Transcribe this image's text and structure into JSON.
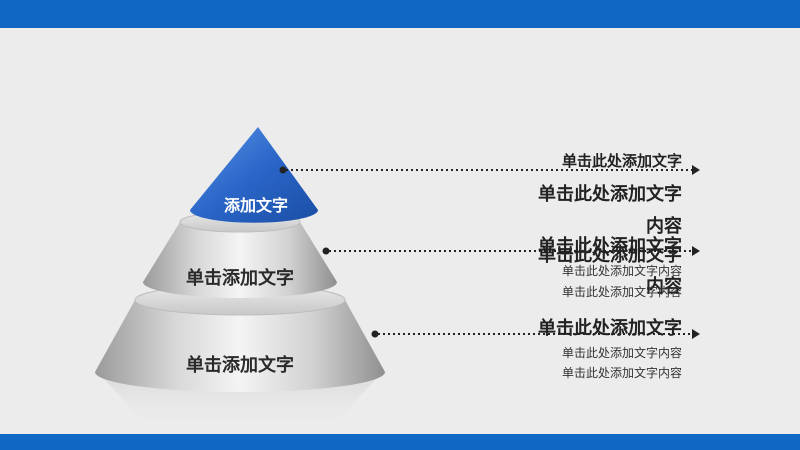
{
  "pyramid": {
    "top_label": "添加文字",
    "middle_label": "单击添加文字",
    "bottom_label": "单击添加文字"
  },
  "callouts": {
    "top": {
      "title_small": "单击此处添加文字",
      "title": "单击此处添加文字",
      "title_wrap": "内容"
    },
    "middle": {
      "title_a": "单击此处添加文字",
      "title_b": "单击此处添加文字",
      "line_1": "单击此处添加文字内容",
      "line_2": "单击此处添加文字内容",
      "overflow": "内容"
    },
    "bottom": {
      "title": "单击此处添加文字",
      "line_1": "单击此处添加文字内容",
      "line_2": "单击此处添加文字内容"
    }
  },
  "colors": {
    "accent": "#1168c4",
    "tier_gray": "#cfcfcf",
    "top_blue": "#2f6fcf"
  }
}
